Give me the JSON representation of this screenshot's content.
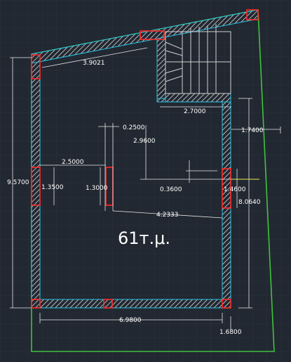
{
  "theme": {
    "background": "#222831",
    "grid": "#2b323d",
    "outer_line": "#3ec43e",
    "wall_line": "#29c6e8",
    "hatch": "#d9d9d9",
    "opening": "#ff2a2a",
    "dimension_line": "#e8e8e8",
    "axis_line": "#e8e858"
  },
  "area_label": "61т.μ.",
  "dimensions": {
    "top_wall": "3.9021",
    "stair_width": "2.7000",
    "right_offset": "1.7400",
    "wall_thickness": "0.2500",
    "interior_drop": "2.9600",
    "left_span": "2.5000",
    "total_height": "9.5700",
    "left_window": "1.3500",
    "inner_window": "1.3000",
    "small_offset": "0.3600",
    "right_window": "1.4600",
    "right_height": "8.0640",
    "diag_span": "4.2333",
    "bottom_width": "6.9800",
    "bottom_offset": "1.6800"
  }
}
